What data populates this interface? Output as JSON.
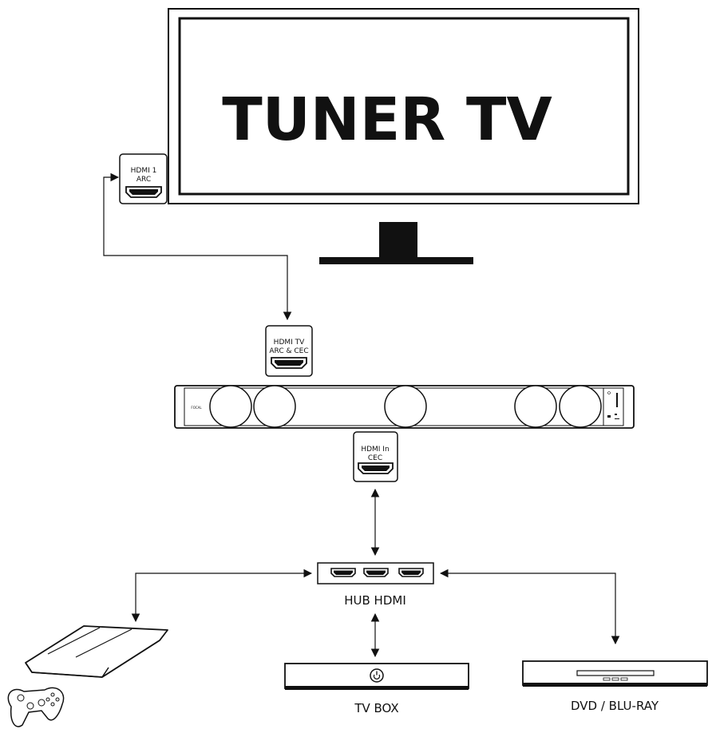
{
  "tv": {
    "screen_text": "TUNER TV"
  },
  "tv_port": {
    "line1": "HDMI 1",
    "line2": "ARC"
  },
  "soundbar_tv_port": {
    "line1": "HDMI TV",
    "line2": "ARC & CEC"
  },
  "soundbar": {
    "brand": "FOCAL"
  },
  "soundbar_in_port": {
    "line1": "HDMI In",
    "line2": "CEC"
  },
  "hub": {
    "label": "HUB HDMI"
  },
  "devices": {
    "tv_box": "TV BOX",
    "dvd": "DVD / BLU-RAY"
  },
  "colors": {
    "line": "#111111",
    "background": "#ffffff"
  }
}
